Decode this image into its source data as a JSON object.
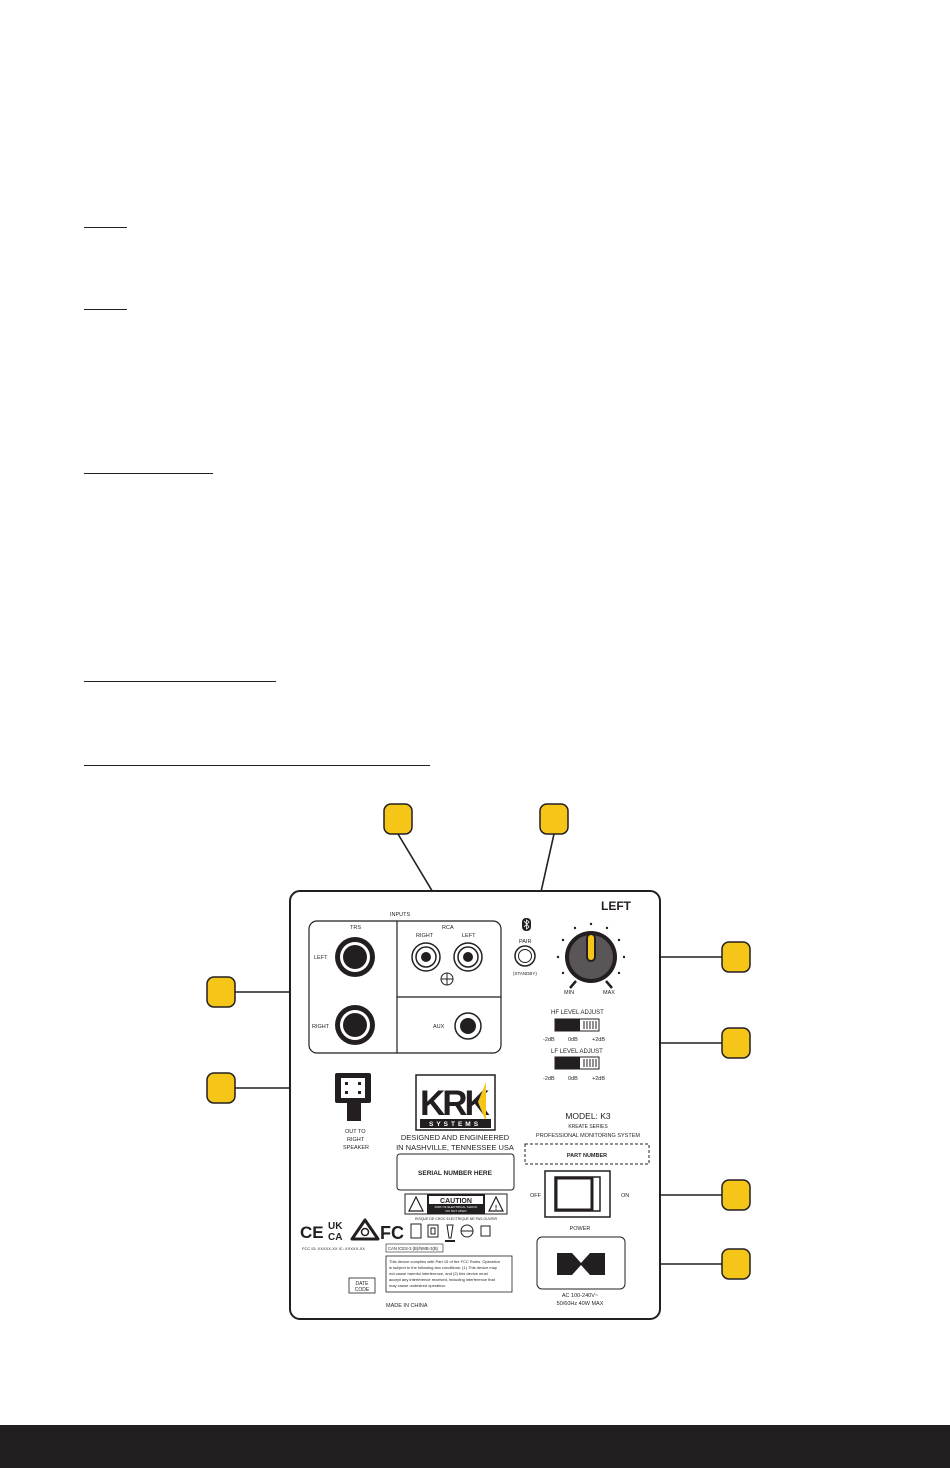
{
  "panel": {
    "side_label": "LEFT",
    "inputs_label": "INPUTS",
    "trs_label": "TRS",
    "rca_label": "RCA",
    "trs_left": "LEFT",
    "trs_right": "RIGHT",
    "rca_right": "RIGHT",
    "rca_left": "LEFT",
    "aux_label": "AUX",
    "pair_label": "PAIR",
    "standby_label": "(STANDBY)",
    "knob_min": "MIN",
    "knob_max": "MAX",
    "hf_label": "HF LEVEL ADJUST",
    "lf_label": "LF LEVEL ADJUST",
    "eq_minus": "-2dB",
    "eq_zero": "0dB",
    "eq_plus": "+2dB",
    "out_label_1": "OUT TO",
    "out_label_2": "RIGHT",
    "out_label_3": "SPEAKER",
    "logo_krk": "KRK",
    "logo_systems": "SYSTEMS",
    "designed_1": "DESIGNED AND ENGINEERED",
    "designed_2": "IN NASHVILLE, TENNESSEE USA",
    "serial": "SERIAL NUMBER HERE",
    "model": "MODEL: K3",
    "series": "KREATE SERIES",
    "system": "PROFESSIONAL MONITORING SYSTEM",
    "part_number": "PART NUMBER",
    "off_label": "OFF",
    "on_label": "ON",
    "power_label": "POWER",
    "caution": "CAUTION",
    "caution_sub_1": "RISK OF ELECTRICAL SHOCK",
    "caution_sub_2": "DO NOT OPEN",
    "caution_note": "RISQUE DE CHOC ELECTRIQUE NE PAS OUVRIR",
    "mark_ce": "CE",
    "mark_uk": "UK",
    "mark_ca": "CA",
    "mark_fc": "FC",
    "fcc_id": "FCC ID: XXXXX-XX  IC: XXXXX-XX",
    "can_ices": "CAN ICES-3 (B)/NMB-3(B)",
    "fcc_text": [
      "This device complies with Part 15 of the FCC Rules. Operation",
      "is subject to the following two conditions: (1) This device may",
      "not cause harmful interference, and (2) this device must",
      "accept any interference received, including interference that",
      "may cause undesired operation."
    ],
    "date_1": "DATE",
    "date_2": "CODE",
    "made_in": "MADE IN CHINA",
    "ac_1": "AC 100-240V~",
    "ac_2": "50/60Hz 40W MAX"
  },
  "colors": {
    "callout": "#f5c518",
    "knob_indicator": "#f5c518",
    "ink": "#231f20",
    "footer": "#231f20"
  }
}
